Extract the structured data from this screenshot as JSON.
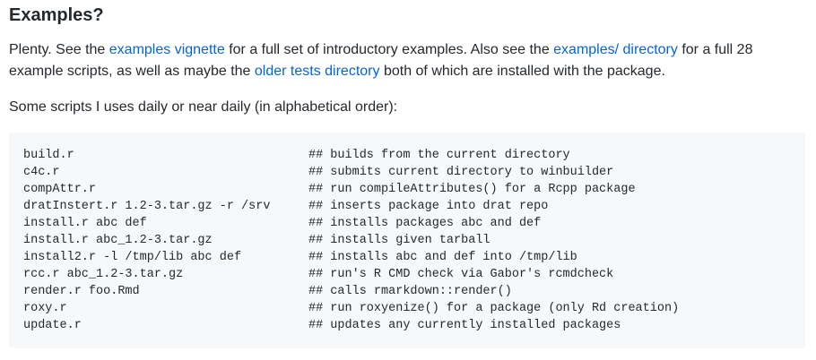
{
  "section": {
    "title": "Examples?"
  },
  "intro": {
    "t1": "Plenty. See the ",
    "link1": "examples vignette",
    "t2": " for a full set of introductory examples. Also see the ",
    "link2": "examples/ directory",
    "t3": " for a full 28 example scripts, as well as maybe the ",
    "link3": "older tests directory",
    "t4": " both of which are installed with the package."
  },
  "scripts_intro": "Some scripts I uses daily or near daily (in alphabetical order):",
  "code_lines": [
    {
      "cmd": "build.r",
      "comment": "## builds from the current directory"
    },
    {
      "cmd": "c4c.r",
      "comment": "## submits current directory to winbuilder"
    },
    {
      "cmd": "compAttr.r",
      "comment": "## run compileAttributes() for a Rcpp package"
    },
    {
      "cmd": "dratInstert.r 1.2-3.tar.gz -r /srv",
      "comment": "## inserts package into drat repo"
    },
    {
      "cmd": "install.r abc def",
      "comment": "## installs packages abc and def"
    },
    {
      "cmd": "install.r abc_1.2-3.tar.gz",
      "comment": "## installs given tarball"
    },
    {
      "cmd": "install2.r -l /tmp/lib abc def",
      "comment": "## installs abc and def into /tmp/lib"
    },
    {
      "cmd": "rcc.r abc_1.2-3.tar.gz",
      "comment": "## run's R CMD check via Gabor's rcmdcheck"
    },
    {
      "cmd": "render.r foo.Rmd",
      "comment": "## calls rmarkdown::render()"
    },
    {
      "cmd": "roxy.r",
      "comment": "## run roxyenize() for a package (only Rd creation)"
    },
    {
      "cmd": "update.r",
      "comment": "## updates any currently installed packages"
    }
  ]
}
